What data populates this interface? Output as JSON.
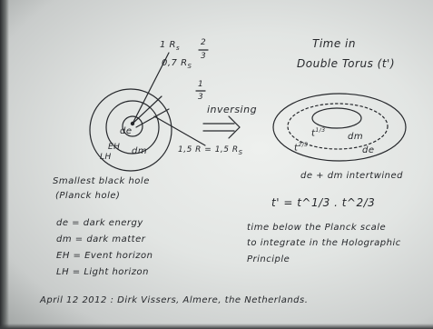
{
  "scene": {
    "paper_color": "#e4e6e4",
    "ink_color": "#26282c"
  },
  "diagram_left": {
    "label_r": "1 R",
    "label_r_sub": "s",
    "frac_top": "2",
    "frac_bot": "3",
    "label_07": "0,7 R",
    "label_07_sub": "S",
    "frac2_top": "1",
    "frac2_bot": "3",
    "de": "de",
    "dm": "dm",
    "eh": "EH",
    "lh": "LH",
    "bottom_label": "1,5 R = 1,5 R",
    "bottom_sub": "S"
  },
  "arrow": {
    "label": "inversing"
  },
  "diagram_right": {
    "title_line1": "Time in",
    "title_line2": "Double Torus (t')",
    "t_upper": "t",
    "t_upper_exp": "1/3",
    "t_lower": "t",
    "t_lower_exp": "2/3",
    "dm": "dm",
    "de": "de",
    "caption": "de + dm intertwined"
  },
  "notes": {
    "heading1": "Smallest black hole",
    "heading2": "(Planck hole)",
    "legend": [
      "de = dark energy",
      "dm = dark matter",
      "EH = Event horizon",
      "LH = Light horizon"
    ]
  },
  "equation": {
    "text": "t' = t^1/3 . t^2/3"
  },
  "paragraph": [
    "time below the Planck scale",
    "to integrate in the Holographic",
    "Principle"
  ],
  "footer": {
    "text": "April 12 2012 : Dirk Vissers, Almere, the Netherlands."
  }
}
